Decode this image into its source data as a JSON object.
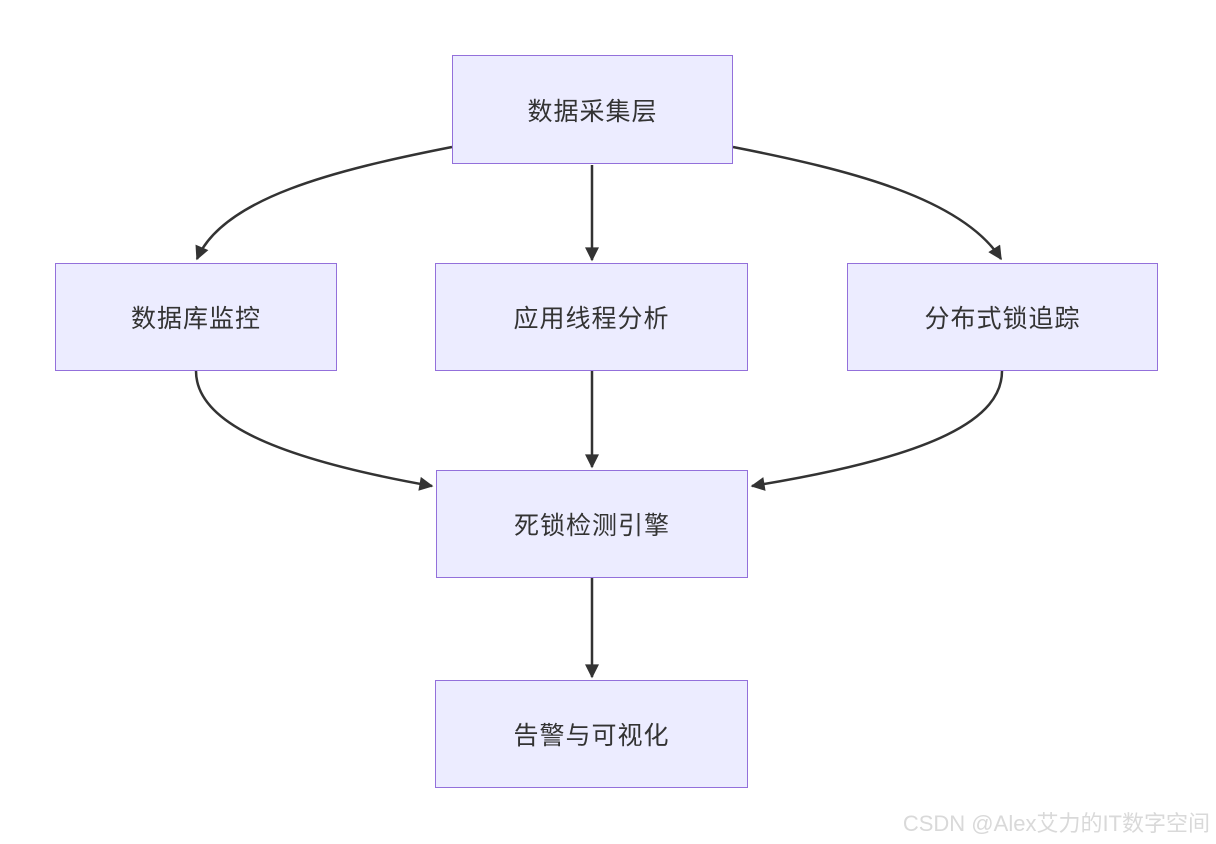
{
  "diagram": {
    "type": "flowchart",
    "direction": "top-down",
    "nodes": {
      "collection": {
        "label": "数据采集层"
      },
      "db": {
        "label": "数据库监控"
      },
      "thread": {
        "label": "应用线程分析"
      },
      "lock": {
        "label": "分布式锁追踪"
      },
      "engine": {
        "label": "死锁检测引擎"
      },
      "alert": {
        "label": "告警与可视化"
      }
    },
    "edges": [
      {
        "from": "数据采集层",
        "to": "数据库监控"
      },
      {
        "from": "数据采集层",
        "to": "应用线程分析"
      },
      {
        "from": "数据采集层",
        "to": "分布式锁追踪"
      },
      {
        "from": "数据库监控",
        "to": "死锁检测引擎"
      },
      {
        "from": "应用线程分析",
        "to": "死锁检测引擎"
      },
      {
        "from": "分布式锁追踪",
        "to": "死锁检测引擎"
      },
      {
        "from": "死锁检测引擎",
        "to": "告警与可视化"
      }
    ],
    "colors": {
      "node_fill": "#ECECFF",
      "node_border": "#9370DB",
      "edge": "#333333",
      "text": "#333333",
      "watermark": "#D9D9D9"
    }
  },
  "watermark": {
    "text": "CSDN @Alex艾力的IT数字空间"
  }
}
